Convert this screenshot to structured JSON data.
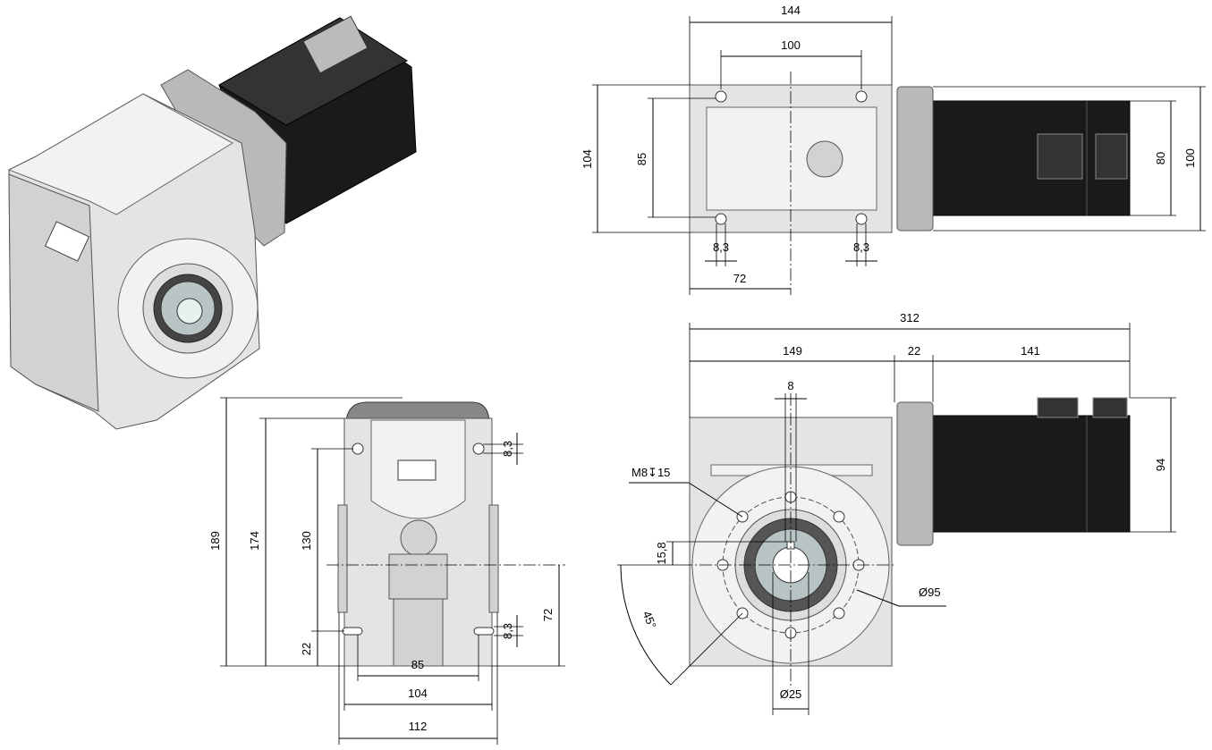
{
  "top_view": {
    "width_overall": "144",
    "hole_spacing_x": "100",
    "height_overall": "104",
    "hole_spacing_y": "85",
    "slot_left": "8,3",
    "slot_right": "8,3",
    "center_offset": "72",
    "motor_square": "80",
    "flange_height": "100"
  },
  "front_view": {
    "length_overall": "312",
    "gearbox_length": "149",
    "adapter_length": "22",
    "motor_length": "141",
    "key_width": "8",
    "thread_callout": "M8↧15",
    "key_depth": "15,8",
    "angle": "45°",
    "bolt_circle": "Ø95",
    "bore": "Ø25",
    "motor_height": "94"
  },
  "side_view": {
    "height_overall": "189",
    "height_body": "174",
    "hole_spacing_v": "130",
    "base_offset": "22",
    "slot_top": "8,3",
    "slot_bottom": "8,3",
    "center_height": "72",
    "foot_inner": "85",
    "foot_spacing": "104",
    "foot_width": "112"
  },
  "colors": {
    "housing": "#e4e4e4",
    "motor": "#1a1a1a",
    "flange": "#b9b9b9"
  }
}
